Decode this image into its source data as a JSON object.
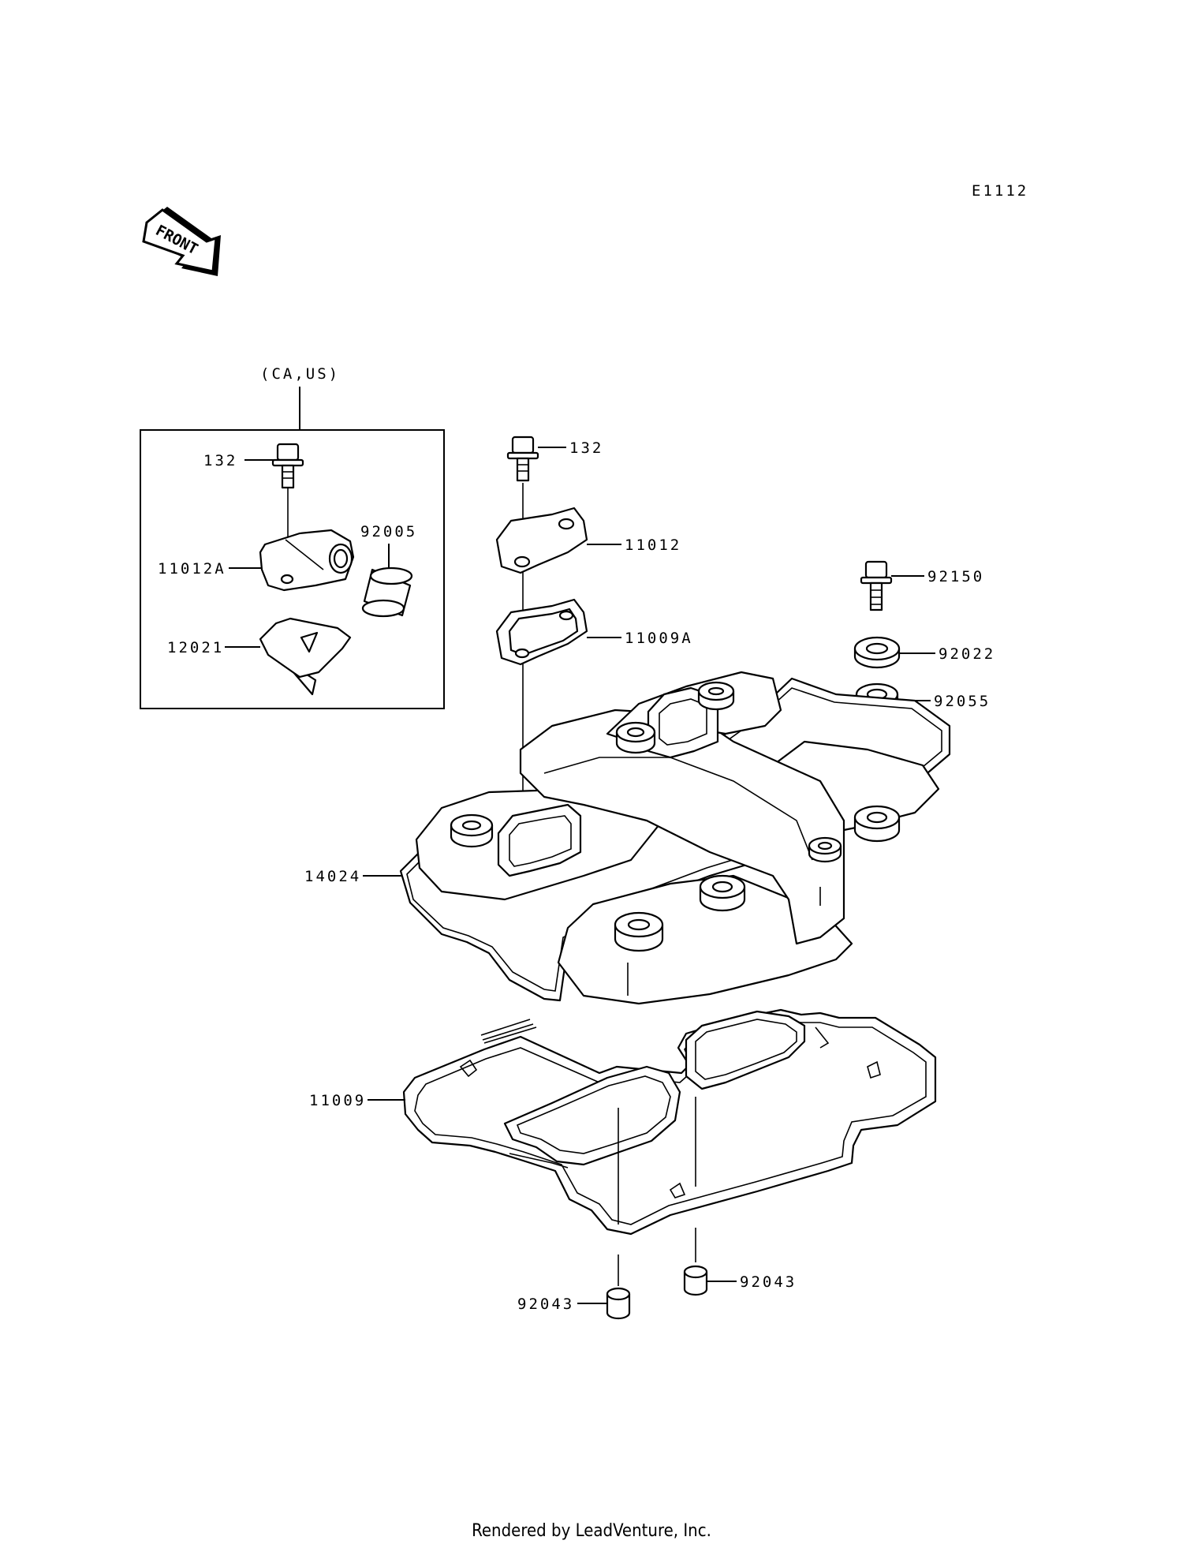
{
  "diagram_code": "E1112",
  "front_label": "FRONT",
  "inset_label": "(CA,US)",
  "parts": {
    "p132_inset": "132",
    "p11012A": "11012A",
    "p92005": "92005",
    "p12021": "12021",
    "p132": "132",
    "p11012": "11012",
    "p11009A": "11009A",
    "p92150": "92150",
    "p92022": "92022",
    "p92055": "92055",
    "p14024": "14024",
    "p11009": "11009",
    "p92043_right": "92043",
    "p92043_left": "92043"
  },
  "footer": "Rendered by LeadVenture, Inc."
}
